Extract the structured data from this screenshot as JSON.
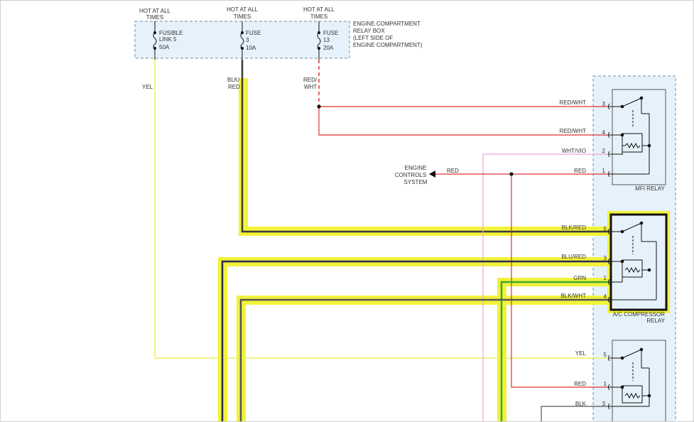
{
  "hot_labels": [
    {
      "line1": "HOT AT ALL",
      "line2": "TIMES"
    },
    {
      "line1": "HOT AT ALL",
      "line2": "TIMES"
    },
    {
      "line1": "HOT AT ALL",
      "line2": "TIMES"
    }
  ],
  "fuses": [
    {
      "line1": "FUSIBLE",
      "line2": "LINK 5",
      "line3": "50A"
    },
    {
      "line1": "FUSE",
      "line2": "3",
      "line3": "10A"
    },
    {
      "line1": "FUSE",
      "line2": "13",
      "line3": "20A"
    }
  ],
  "relay_box_label": [
    "ENGINE COMPARTMENT",
    "RELAY BOX",
    "(LEFT SIDE OF",
    "ENGINE COMPARTMENT)"
  ],
  "vertical_wire_labels": {
    "yel": "YEL",
    "blk_red_1": "BLK/",
    "blk_red_2": "RED",
    "red_wht_1": "RED/",
    "red_wht_2": "WHT"
  },
  "engine_controls_label": [
    "ENGINE",
    "CONTROLS",
    "SYSTEM"
  ],
  "red_branch_label": "RED",
  "relays": {
    "mfi": {
      "name": "MFI RELAY",
      "pins": [
        {
          "wire": "RED/WHT",
          "pin": "3"
        },
        {
          "wire": "RED/WHT",
          "pin": "4"
        },
        {
          "wire": "WHT/VIO",
          "pin": "2"
        },
        {
          "wire": "RED",
          "pin": "1"
        }
      ]
    },
    "ac": {
      "name_line1": "A/C COMPRESSOR",
      "name_line2": "RELAY",
      "pins": [
        {
          "wire": "BLK/RED",
          "pin": "5"
        },
        {
          "wire": "BLU/RED",
          "pin": "3"
        },
        {
          "wire": "GRN",
          "pin": "1"
        },
        {
          "wire": "BLK/WHT",
          "pin": "4"
        }
      ]
    },
    "third": {
      "pins": [
        {
          "wire": "YEL",
          "pin": "5"
        },
        {
          "wire": "RED",
          "pin": "1"
        },
        {
          "wire": "BLK",
          "pin": "3"
        }
      ]
    }
  },
  "colors": {
    "highlight": "#f2f23a",
    "red_wire": "#e03030",
    "yellow_wire": "#efef60",
    "pink_wire": "#e8a8e0",
    "blk_wire": "#3a3a3a",
    "blu_wire": "#2a2a55",
    "grn_wire": "#3aa832",
    "box_fill": "#e6f2fb",
    "box_border": "#7a8a9a"
  }
}
